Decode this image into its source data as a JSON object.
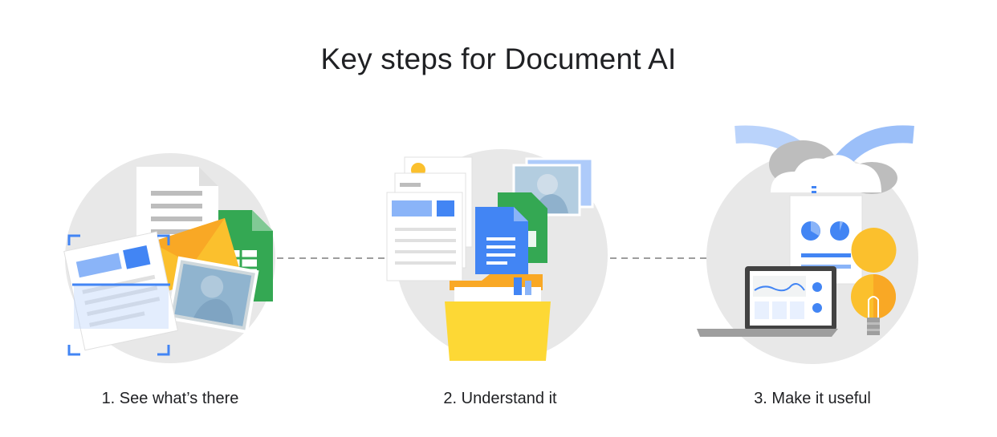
{
  "title": "Key steps for Document AI",
  "steps": [
    {
      "label": "1. See what’s there",
      "icon": "document-scan-icon"
    },
    {
      "label": "2. Understand it",
      "icon": "document-folder-icon"
    },
    {
      "label": "3. Make it useful",
      "icon": "cloud-dashboard-icon"
    }
  ],
  "colors": {
    "circle": "#e8e8e8",
    "blue": "#4285f4",
    "light_blue": "#8ab4f8",
    "green": "#34a853",
    "yellow": "#fbc02d",
    "folder_yellow": "#fdd835",
    "gray_line": "#9e9e9e",
    "text": "#202124"
  }
}
